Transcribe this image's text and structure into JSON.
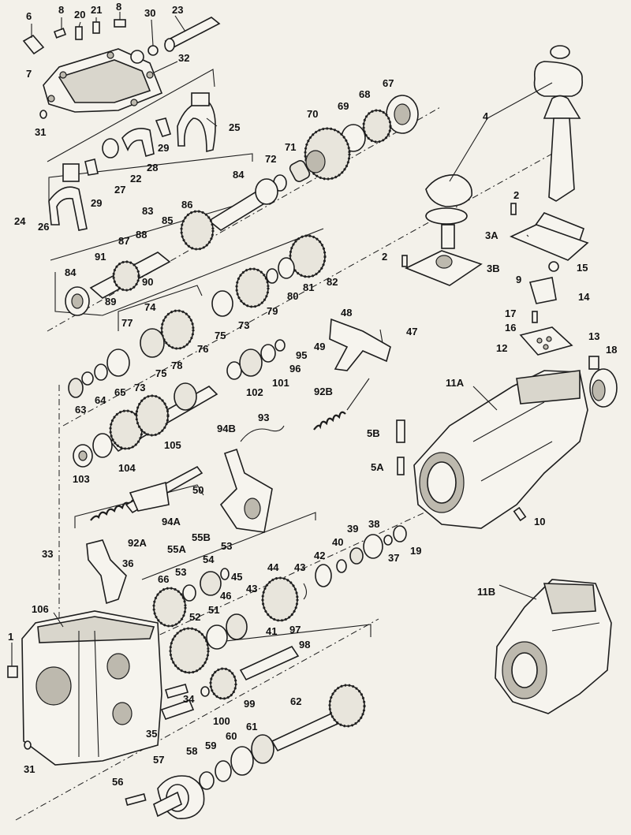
{
  "callouts": [
    {
      "id": "c1",
      "text": "6"
    },
    {
      "id": "c2",
      "text": "8"
    },
    {
      "id": "c3",
      "text": "20"
    },
    {
      "id": "c4",
      "text": "21"
    },
    {
      "id": "c5",
      "text": "8"
    },
    {
      "id": "c6",
      "text": "30"
    },
    {
      "id": "c7",
      "text": "23"
    },
    {
      "id": "c8",
      "text": "7"
    },
    {
      "id": "c9",
      "text": "32"
    },
    {
      "id": "c10",
      "text": "31"
    },
    {
      "id": "c11",
      "text": "25"
    },
    {
      "id": "c12",
      "text": "29"
    },
    {
      "id": "c13",
      "text": "28"
    },
    {
      "id": "c14",
      "text": "22"
    },
    {
      "id": "c15",
      "text": "27"
    },
    {
      "id": "c16",
      "text": "29"
    },
    {
      "id": "c17",
      "text": "24"
    },
    {
      "id": "c18",
      "text": "26"
    },
    {
      "id": "c19",
      "text": "67"
    },
    {
      "id": "c20",
      "text": "68"
    },
    {
      "id": "c21",
      "text": "69"
    },
    {
      "id": "c22",
      "text": "70"
    },
    {
      "id": "c23",
      "text": "71"
    },
    {
      "id": "c24",
      "text": "72"
    },
    {
      "id": "c25",
      "text": "84"
    },
    {
      "id": "c26",
      "text": "83"
    },
    {
      "id": "c27",
      "text": "86"
    },
    {
      "id": "c28",
      "text": "85"
    },
    {
      "id": "c29",
      "text": "87"
    },
    {
      "id": "c30",
      "text": "88"
    },
    {
      "id": "c31",
      "text": "91"
    },
    {
      "id": "c32",
      "text": "84"
    },
    {
      "id": "c33",
      "text": "90"
    },
    {
      "id": "c34",
      "text": "89"
    },
    {
      "id": "c35",
      "text": "82"
    },
    {
      "id": "c36",
      "text": "81"
    },
    {
      "id": "c37",
      "text": "80"
    },
    {
      "id": "c38",
      "text": "79"
    },
    {
      "id": "c39",
      "text": "74"
    },
    {
      "id": "c40",
      "text": "77"
    },
    {
      "id": "c41",
      "text": "73"
    },
    {
      "id": "c42",
      "text": "75"
    },
    {
      "id": "c43",
      "text": "76"
    },
    {
      "id": "c44",
      "text": "78"
    },
    {
      "id": "c45",
      "text": "75"
    },
    {
      "id": "c46",
      "text": "73"
    },
    {
      "id": "c47",
      "text": "65"
    },
    {
      "id": "c48",
      "text": "64"
    },
    {
      "id": "c49",
      "text": "63"
    },
    {
      "id": "c50",
      "text": "102"
    },
    {
      "id": "c51",
      "text": "101"
    },
    {
      "id": "c52",
      "text": "96"
    },
    {
      "id": "c53",
      "text": "95"
    },
    {
      "id": "c54",
      "text": "48"
    },
    {
      "id": "c55",
      "text": "47"
    },
    {
      "id": "c56",
      "text": "49"
    },
    {
      "id": "c57",
      "text": "105"
    },
    {
      "id": "c58",
      "text": "104"
    },
    {
      "id": "c59",
      "text": "103"
    },
    {
      "id": "c60",
      "text": "50"
    },
    {
      "id": "c61",
      "text": "93"
    },
    {
      "id": "c62",
      "text": "92B"
    },
    {
      "id": "c63",
      "text": "94B"
    },
    {
      "id": "c64",
      "text": "94A"
    },
    {
      "id": "c65",
      "text": "92A"
    },
    {
      "id": "c66",
      "text": "4"
    },
    {
      "id": "c67",
      "text": "2"
    },
    {
      "id": "c68",
      "text": "3A"
    },
    {
      "id": "c69",
      "text": "2"
    },
    {
      "id": "c70",
      "text": "3B"
    },
    {
      "id": "c71",
      "text": "15"
    },
    {
      "id": "c72",
      "text": "9"
    },
    {
      "id": "c73",
      "text": "14"
    },
    {
      "id": "c74",
      "text": "17"
    },
    {
      "id": "c75",
      "text": "16"
    },
    {
      "id": "c76",
      "text": "13"
    },
    {
      "id": "c77",
      "text": "18"
    },
    {
      "id": "c78",
      "text": "12"
    },
    {
      "id": "c79",
      "text": "11A"
    },
    {
      "id": "c80",
      "text": "5B"
    },
    {
      "id": "c81",
      "text": "5A"
    },
    {
      "id": "c82",
      "text": "10"
    },
    {
      "id": "c83",
      "text": "39"
    },
    {
      "id": "c84",
      "text": "38"
    },
    {
      "id": "c85",
      "text": "40"
    },
    {
      "id": "c86",
      "text": "37"
    },
    {
      "id": "c87",
      "text": "19"
    },
    {
      "id": "c88",
      "text": "33"
    },
    {
      "id": "c89",
      "text": "36"
    },
    {
      "id": "c90",
      "text": "55A"
    },
    {
      "id": "c91",
      "text": "55B"
    },
    {
      "id": "c92",
      "text": "53"
    },
    {
      "id": "c93",
      "text": "54"
    },
    {
      "id": "c94",
      "text": "53"
    },
    {
      "id": "c95",
      "text": "45"
    },
    {
      "id": "c96",
      "text": "44"
    },
    {
      "id": "c97",
      "text": "43"
    },
    {
      "id": "c98",
      "text": "42"
    },
    {
      "id": "c99",
      "text": "66"
    },
    {
      "id": "c100",
      "text": "46"
    },
    {
      "id": "c101",
      "text": "43"
    },
    {
      "id": "c102",
      "text": "51"
    },
    {
      "id": "c103",
      "text": "52"
    },
    {
      "id": "c104",
      "text": "41"
    },
    {
      "id": "c105",
      "text": "97"
    },
    {
      "id": "c106",
      "text": "98"
    },
    {
      "id": "c107",
      "text": "106"
    },
    {
      "id": "c108",
      "text": "11B"
    },
    {
      "id": "c109",
      "text": "1"
    },
    {
      "id": "c110",
      "text": "34"
    },
    {
      "id": "c111",
      "text": "99"
    },
    {
      "id": "c112",
      "text": "62"
    },
    {
      "id": "c113",
      "text": "35"
    },
    {
      "id": "c114",
      "text": "100"
    },
    {
      "id": "c115",
      "text": "61"
    },
    {
      "id": "c116",
      "text": "31"
    },
    {
      "id": "c117",
      "text": "58"
    },
    {
      "id": "c118",
      "text": "59"
    },
    {
      "id": "c119",
      "text": "60"
    },
    {
      "id": "c120",
      "text": "57"
    },
    {
      "id": "c121",
      "text": "56"
    }
  ]
}
